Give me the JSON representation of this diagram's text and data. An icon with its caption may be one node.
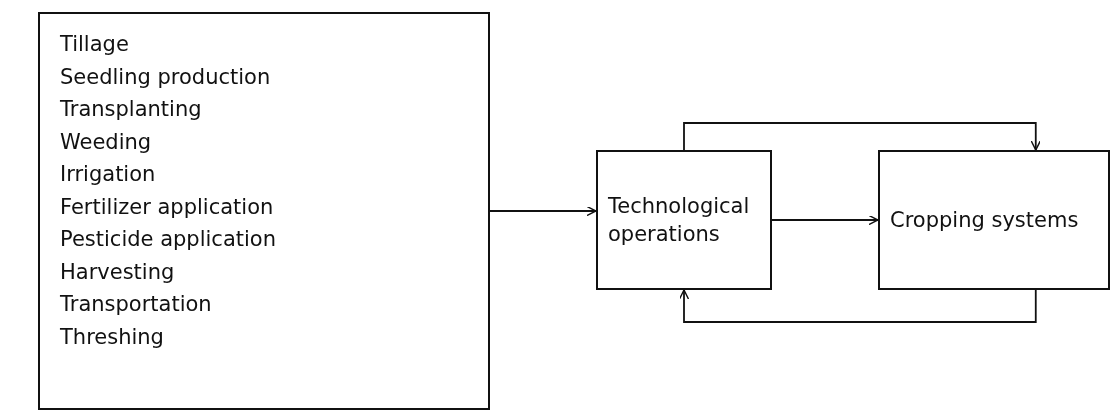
{
  "diagram": {
    "nodes": [
      {
        "text": [
          "Tillage",
          "Seedling production",
          "Transplanting",
          "Weeding",
          "Irrigation",
          "Fertilizer application",
          "Pesticide application",
          "Harvesting",
          "Transportation",
          "Threshing"
        ]
      },
      {
        "text": [
          "Technological operations"
        ]
      },
      {
        "text": [
          "Cropping systems"
        ]
      }
    ],
    "edges": [
      {
        "from": 0,
        "to": 1,
        "arrow": "to"
      },
      {
        "from": 1,
        "to": 2,
        "arrow": "to"
      },
      {
        "from": 1,
        "to": 2,
        "arrow": "to"
      },
      {
        "from": 2,
        "to": 1,
        "arrow": "to"
      }
    ]
  }
}
